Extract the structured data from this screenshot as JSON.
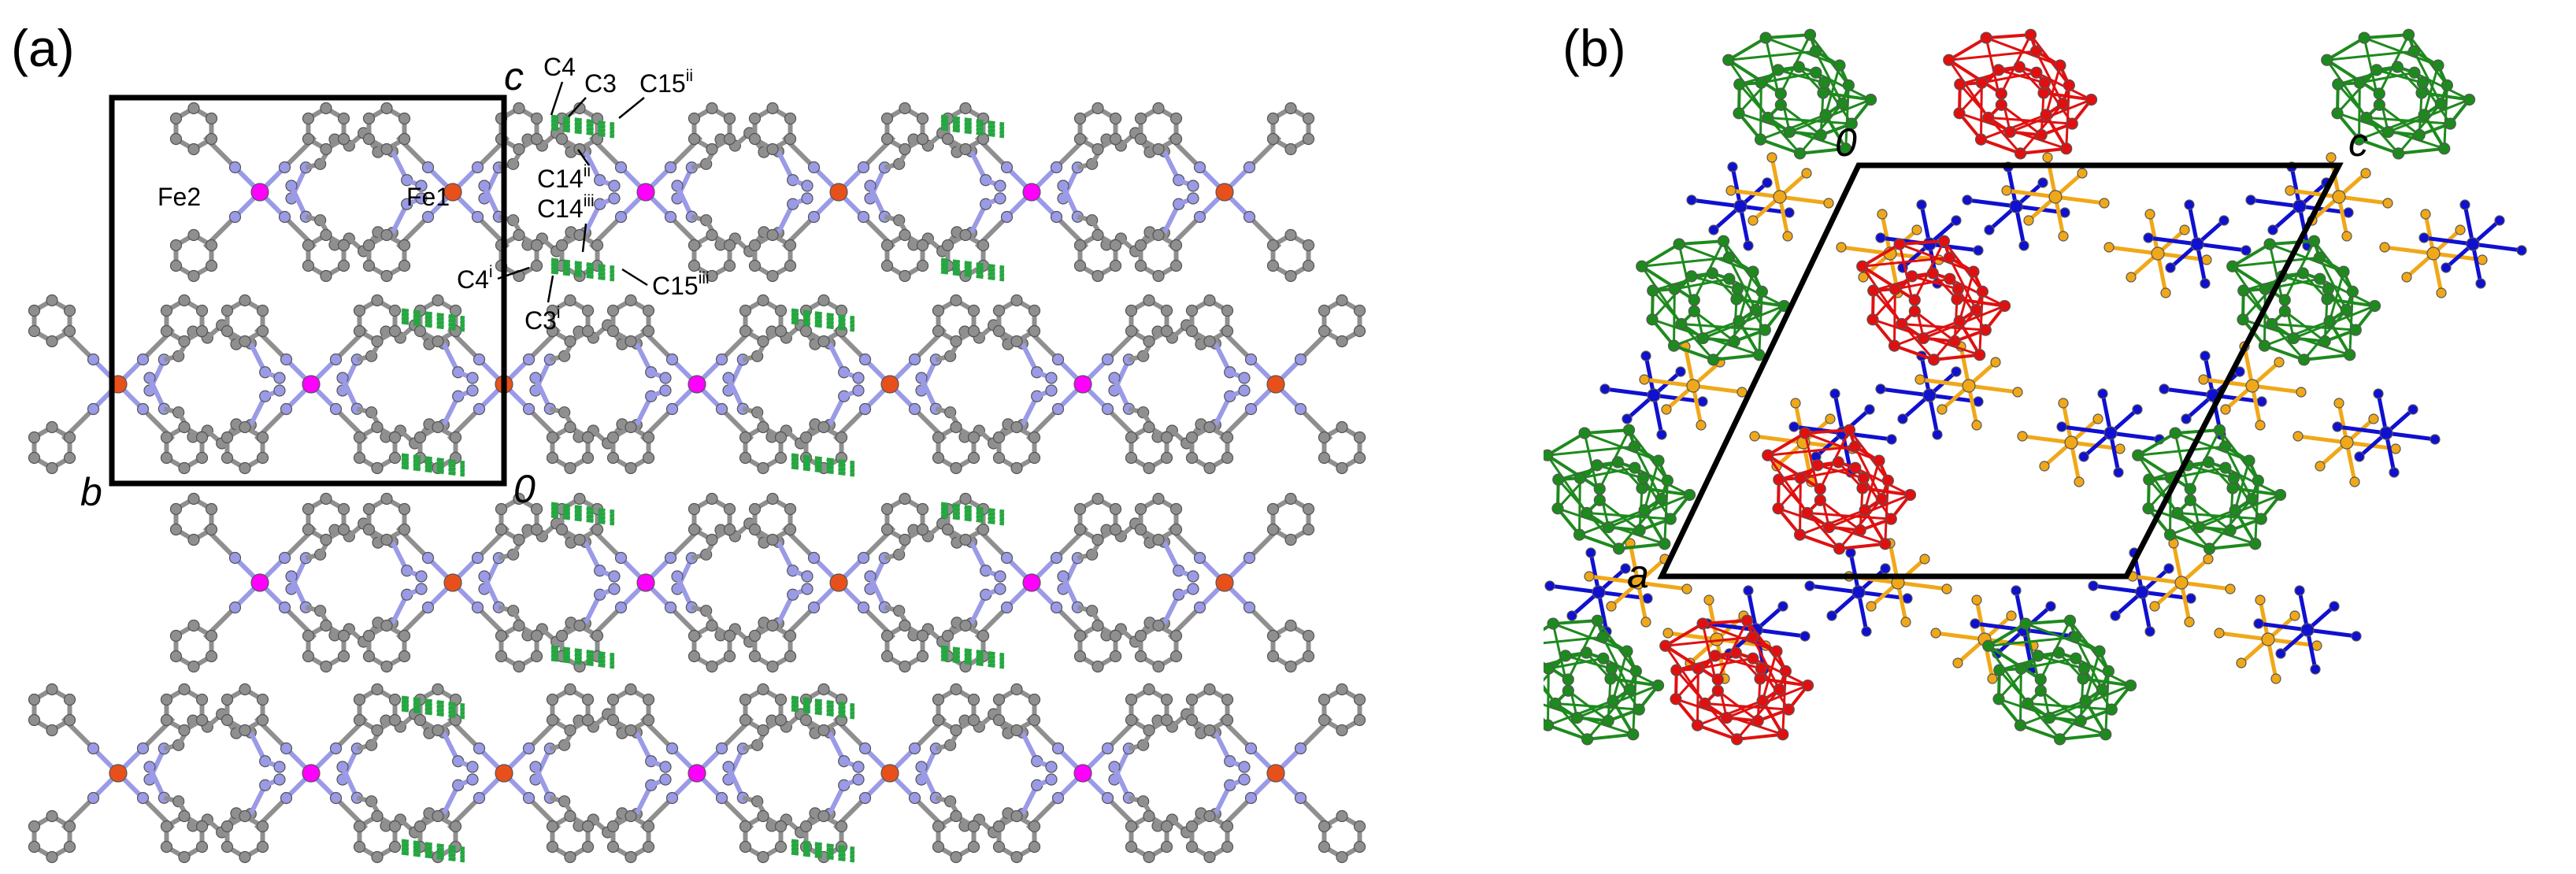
{
  "panel_a": {
    "label": "(a)",
    "axes": {
      "c": "c",
      "b": "b",
      "origin": "0"
    },
    "atoms": {
      "fe2": "Fe2",
      "fe1": "Fe1",
      "c4": "C4",
      "c3": "C3",
      "c15": {
        "base": "C15",
        "sup": "ii"
      },
      "c14a": {
        "base": "C14",
        "sup": "ii"
      },
      "c14b": {
        "base": "C14",
        "sup": "iii"
      },
      "c4i": {
        "base": "C4",
        "sup": "i"
      },
      "c15b": {
        "base": "C15",
        "sup": "iii"
      },
      "c3i": {
        "base": "C3",
        "sup": "i"
      }
    }
  },
  "panel_b": {
    "label": "(b)",
    "axes": {
      "origin": "0",
      "c": "c",
      "a": "a"
    }
  },
  "colors": {
    "carbon": "#8f8f8f",
    "nitrogen": "#9a9ae6",
    "fe_magenta": "#ff00ff",
    "fe_orange": "#e8501b",
    "hbond": "#26a641",
    "cluster_green": "#1d8a1d",
    "cluster_red": "#e01010",
    "anion_blue": "#1010d0",
    "anion_orange": "#f0a818",
    "frame": "#000000"
  }
}
